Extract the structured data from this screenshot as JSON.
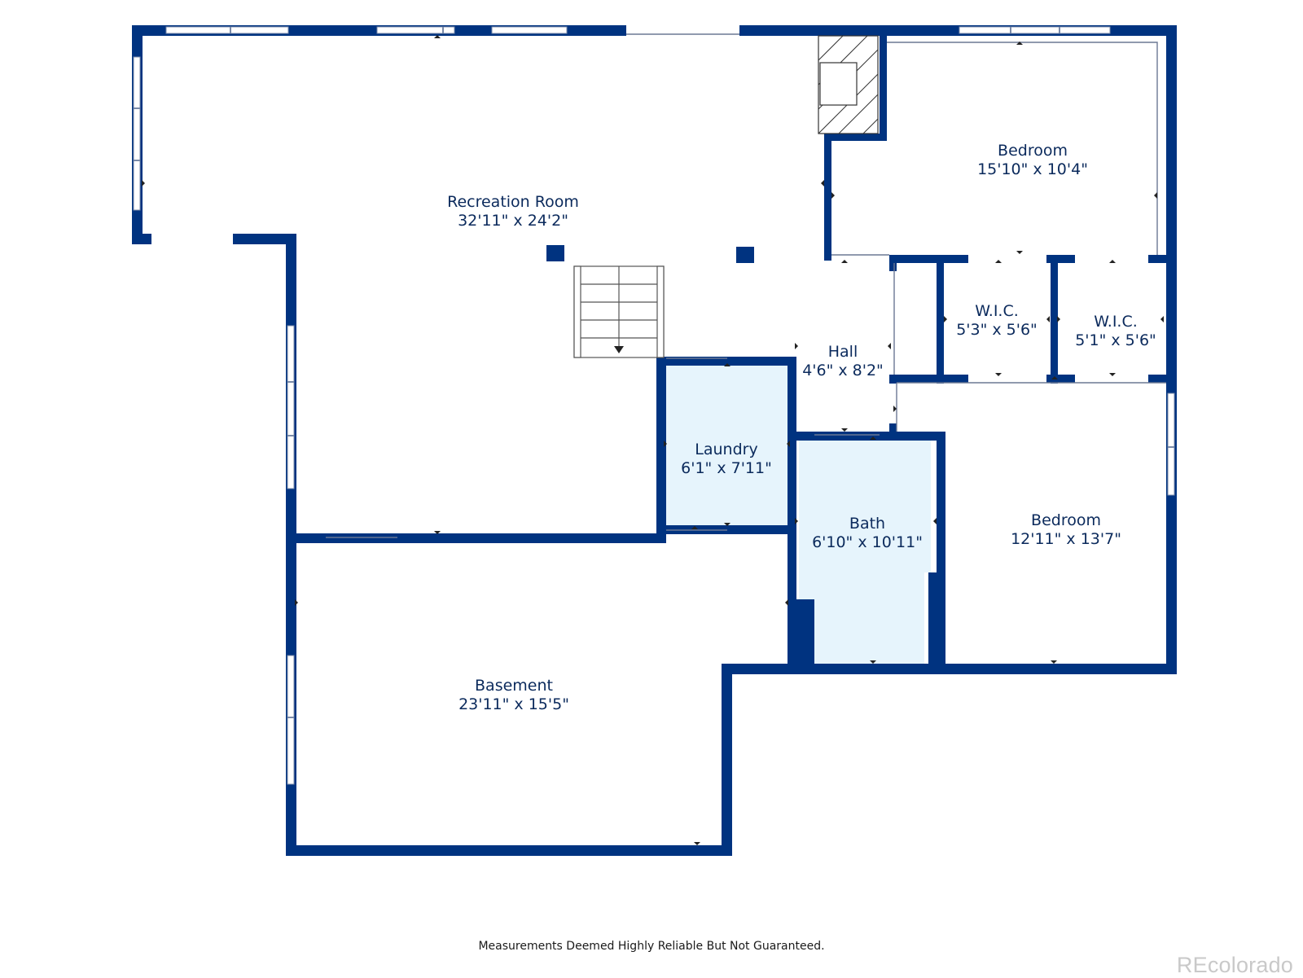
{
  "colors": {
    "wall": "#003380",
    "wet_room_fill": "#e6f4fc",
    "label": "#0b2a5c"
  },
  "rooms": {
    "recreation": {
      "name": "Recreation Room",
      "dims": "32'11\" x 24'2\""
    },
    "bedroom_upper": {
      "name": "Bedroom",
      "dims": "15'10\" x 10'4\""
    },
    "wic_1": {
      "name": "W.I.C.",
      "dims": "5'3\" x 5'6\""
    },
    "wic_2": {
      "name": "W.I.C.",
      "dims": "5'1\" x 5'6\""
    },
    "hall": {
      "name": "Hall",
      "dims": "4'6\" x 8'2\""
    },
    "laundry": {
      "name": "Laundry",
      "dims": "6'1\" x 7'11\""
    },
    "bath": {
      "name": "Bath",
      "dims": "6'10\" x 10'11\""
    },
    "bedroom_lower": {
      "name": "Bedroom",
      "dims": "12'11\" x 13'7\""
    },
    "basement": {
      "name": "Basement",
      "dims": "23'11\" x 15'5\""
    }
  },
  "footer": {
    "disclaimer": "Measurements Deemed Highly Reliable But Not Guaranteed.",
    "brand": "REcolorado"
  },
  "icons": {
    "stairs": "stairs-icon",
    "fireplace": "fireplace-icon"
  }
}
